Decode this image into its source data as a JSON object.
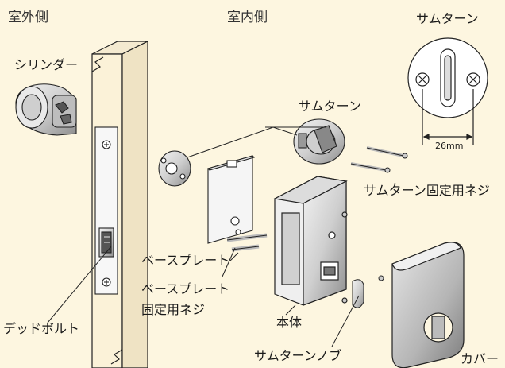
{
  "labels": {
    "outdoor_side": "室外側",
    "indoor_side": "室内側",
    "thumbturn_top": "サムターン",
    "cylinder": "シリンダー",
    "thumbturn": "サムターン",
    "thumbturn_screw": "サムターン固定用ネジ",
    "base_plate": "ベースプレート",
    "base_plate_screw_line1": "ベースプレート",
    "base_plate_screw_line2": "固定用ネジ",
    "deadbolt": "デッドボルト",
    "body": "本体",
    "thumbturn_knob": "サムターンノブ",
    "cover": "カバー",
    "dimension": "26mm"
  },
  "colors": {
    "background": "#fdf6e0",
    "door": "#fbf2d8",
    "line": "#222222",
    "metal": "#d9d9d9",
    "metal_dark": "#9a9a9a"
  }
}
